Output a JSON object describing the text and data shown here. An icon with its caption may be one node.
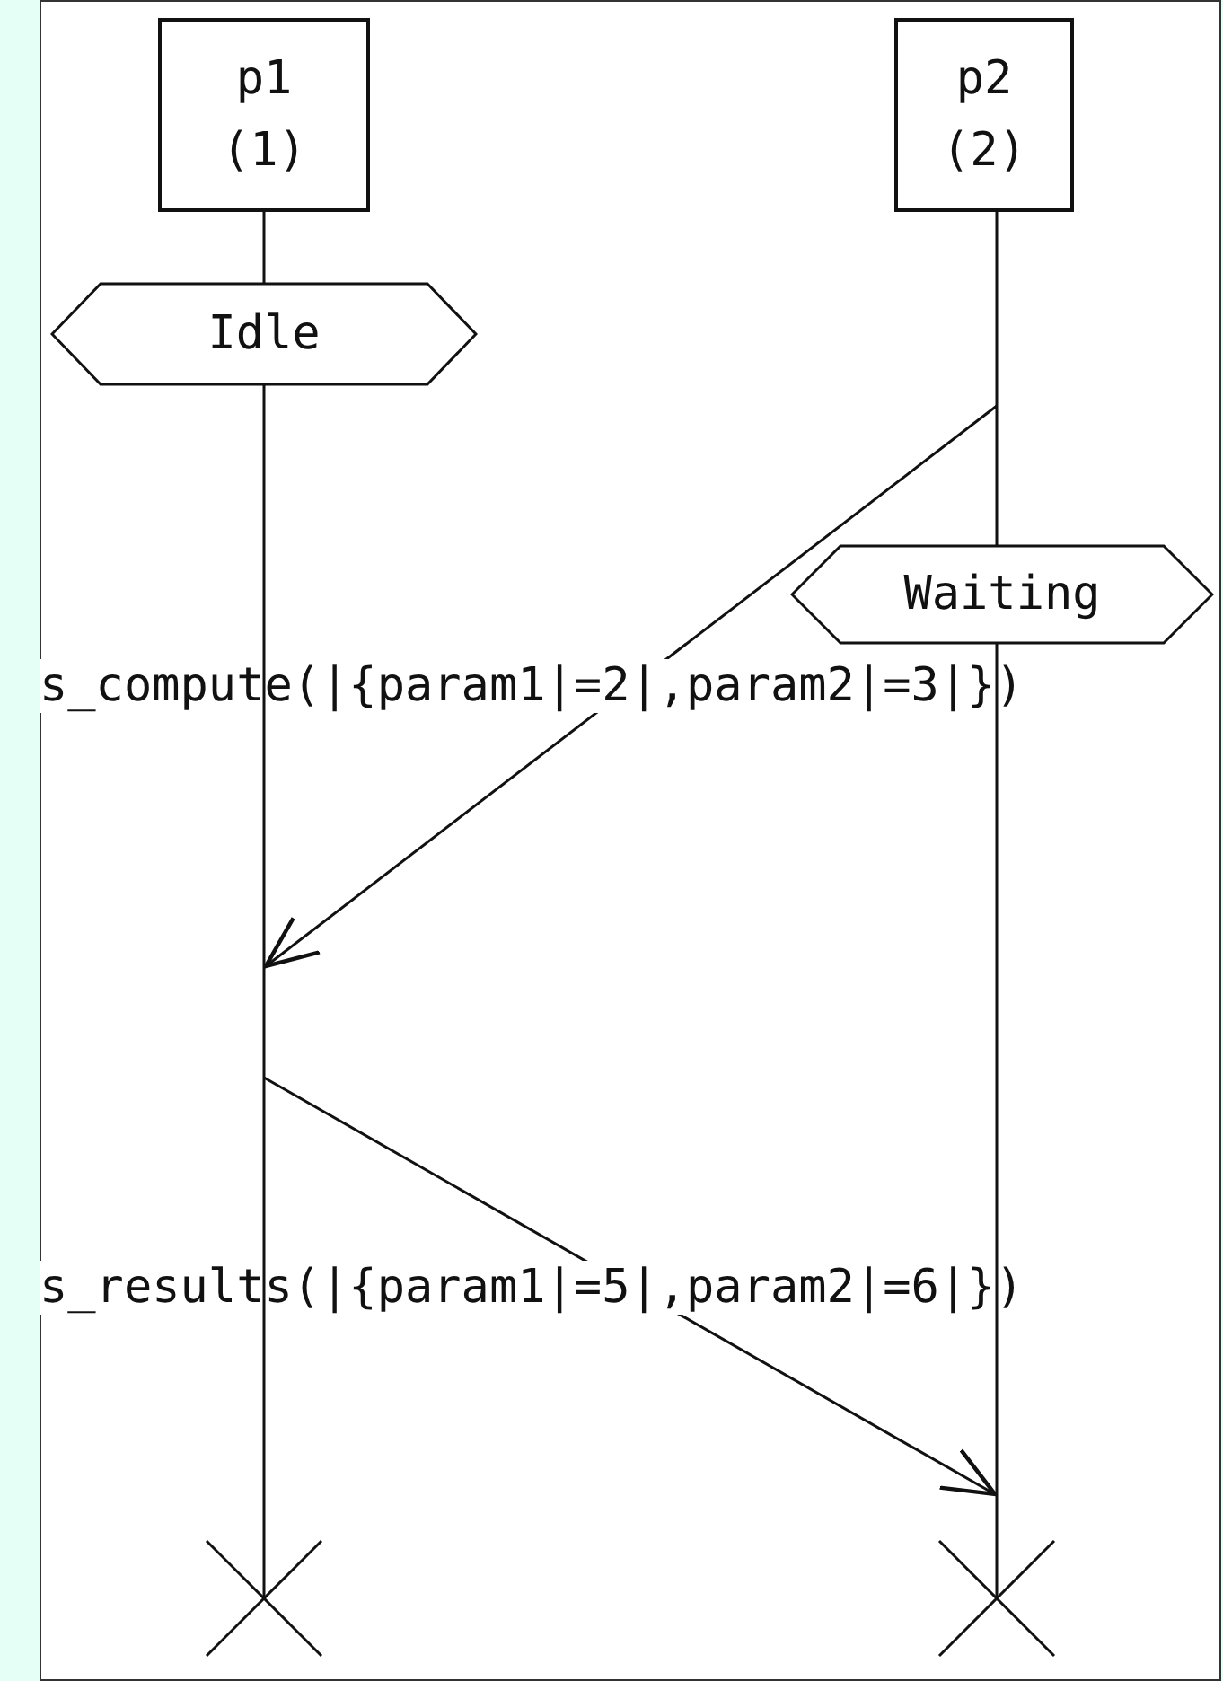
{
  "diagram": {
    "nodes": [
      {
        "text": [
          "p1 (1)"
        ]
      },
      {
        "text": [
          "p2 (2)"
        ]
      },
      {
        "text": [
          "Idle"
        ]
      },
      {
        "text": [
          "Waiting"
        ]
      }
    ],
    "edges": [
      {
        "from": 1,
        "to": 0,
        "arrow": "to",
        "label": "s_compute(|{param1|=2|,param2|=3|})"
      },
      {
        "from": 0,
        "to": 1,
        "arrow": "to",
        "label": "s_results(|{param1|=5|,param2|=6|})"
      }
    ]
  }
}
